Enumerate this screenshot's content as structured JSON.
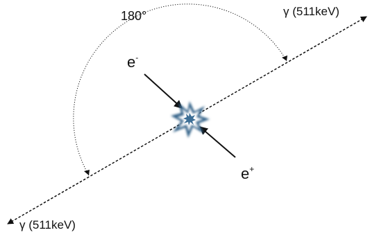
{
  "diagram": {
    "angle_label": "180°",
    "gamma_top_label": "γ (511keV)",
    "gamma_bottom_label": "γ (511keV)",
    "electron_label": {
      "symbol": "e",
      "charge": "-"
    },
    "positron_label": {
      "symbol": "e",
      "charge": "+"
    },
    "colors": {
      "line": "#111111",
      "burst_outer": "#2f5f86",
      "burst_inner": "#ffffff",
      "burst_core": "#3d6f96"
    }
  }
}
